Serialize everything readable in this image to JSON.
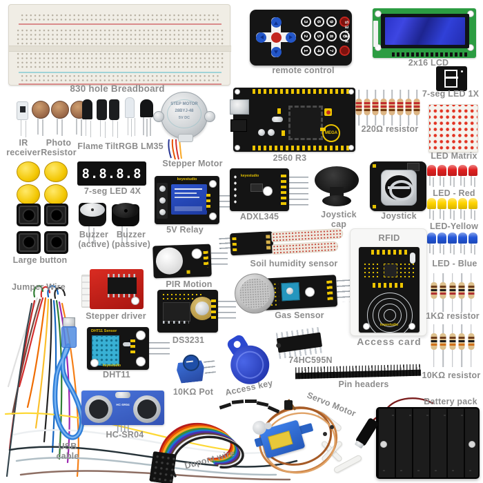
{
  "labels": {
    "breadboard": "830 hole Breadboard",
    "remote": "remote control",
    "lcd": "2x16 LCD",
    "seg1": "7-seg LED 1X",
    "ir": "IR receiver",
    "photo": "Photo Resistor",
    "flame": "Flame",
    "tilt": "Tilt",
    "rgb_lm35": "RGB LM35",
    "stepper_motor": "Stepper Motor",
    "mega": "2560 R3",
    "r220": "220Ω resistor",
    "led_matrix": "LED Matrix",
    "seg4": "7-seg LED 4X",
    "buzzer_active": "Buzzer (active)",
    "buzzer_passive": "Buzzer (passive)",
    "relay": "5V Relay",
    "large_button": "Large button",
    "adxl": "ADXL345",
    "joystick_cap": "Joystick cap",
    "joystick": "Joystick",
    "led_red": "LED - Red",
    "led_yellow": "LED-Yellow",
    "led_blue": "LED - Blue",
    "soil": "Soil humidity sensor",
    "gas": "Gas Sensor",
    "rfid": "RFID",
    "access_card": "Access card",
    "jumper": "Jumper Wire",
    "pir": "PIR Motion",
    "stepper_driver": "Stepper driver",
    "ds3231": "DS3231",
    "dht11": "DHT11",
    "hc595": "74HC595N",
    "pin_headers": "Pin headers",
    "r1k": "1KΩ resistor",
    "r10k": "10KΩ resistor",
    "pot": "10KΩ Pot",
    "access_key": "Access key",
    "hcsr04": "HC-SR04",
    "usb": "USB cable",
    "dupont": "Dupont wire",
    "servo": "Servo Motor",
    "battery": "Battery pack"
  },
  "device_text": {
    "remote_brand": "KEYES",
    "stepper_line1": "STEP MOTOR",
    "stepper_line2": "28BYJ-48",
    "stepper_line3": "5V DC",
    "mega_badge": "MEGA",
    "seg4_digits": "8.8.8.8",
    "dht_board": "DHT11 Sensor",
    "board_brand": "keyestudio"
  },
  "remote": {
    "keys": [
      "3",
      "6",
      "9",
      "2",
      "5",
      "8",
      "0",
      "1",
      "4",
      "7"
    ]
  },
  "counts": {
    "photo_resistor": 3,
    "r220": 8,
    "r1k": 5,
    "r10k": 5,
    "led_red": 5,
    "led_yellow": 5,
    "led_blue": 5,
    "button_caps": 4,
    "push_buttons": 4
  },
  "colors": {
    "label_gray": "#8c8c8c",
    "keyestudio_yellow": "#edc500",
    "led_red": "#e02020",
    "led_yellow": "#ffd400",
    "led_blue": "#2356d8",
    "driver_red": "#cf2a24",
    "servo_blue": "#2f74e0",
    "fob_blue": "#2b48d0",
    "lcd_green": "#2c9c42",
    "lcd_screen_blue": "#2730c0",
    "hcsr04_blue": "#3c66cc",
    "remote_black": "#121212"
  }
}
